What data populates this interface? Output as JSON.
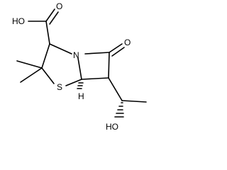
{
  "molecule": {
    "atoms": {
      "carboxyl_oh": "HO",
      "carboxyl_o": "O",
      "ring_n": "N",
      "lactam_o": "O",
      "ring_s": "S",
      "stereo_h": "H",
      "hydroxyl": "HO"
    }
  }
}
